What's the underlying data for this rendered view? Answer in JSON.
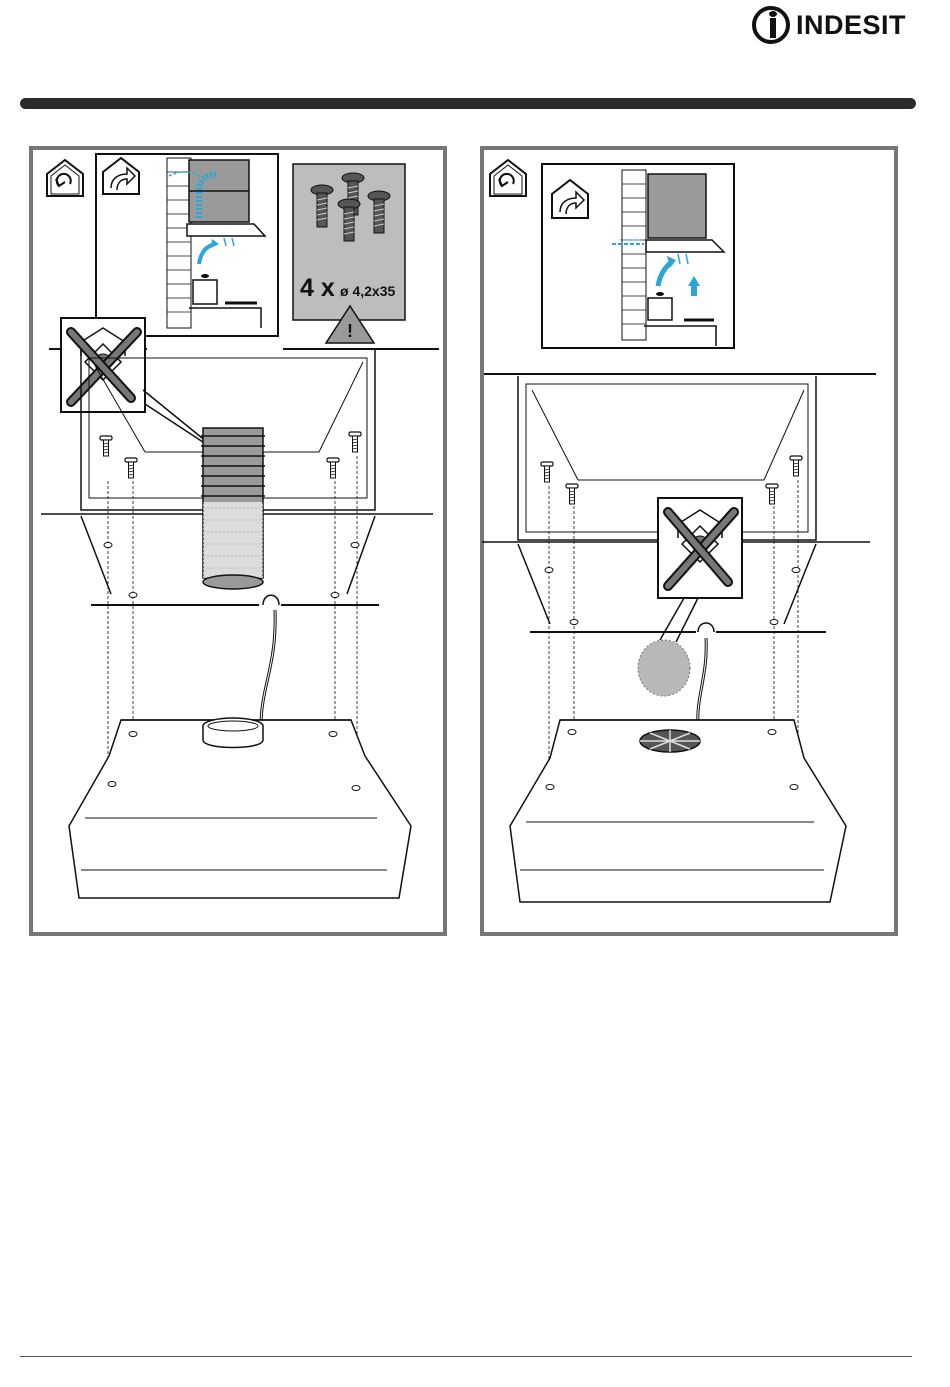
{
  "brand": {
    "name": "INDESIT"
  },
  "left_panel": {
    "screw_count_label": "4 x",
    "screw_size_label": "ø 4,2x35",
    "warning_symbol": "!",
    "icons": [
      "recirculation-house-icon",
      "ducted-exhaust-house-icon",
      "no-fan-icon",
      "screw-icon",
      "warning-triangle-icon",
      "flexible-duct-icon"
    ]
  },
  "right_panel": {
    "icons": [
      "recirculation-house-icon",
      "ducted-exhaust-house-icon",
      "no-fan-icon",
      "screw-icon",
      "grease-filter-icon"
    ]
  },
  "colors": {
    "frame": "#777777",
    "line": "#111111",
    "duct_fill": "#9a9a9a",
    "air_blue": "#2aa7d8",
    "grey_box": "#bdbdbd"
  }
}
